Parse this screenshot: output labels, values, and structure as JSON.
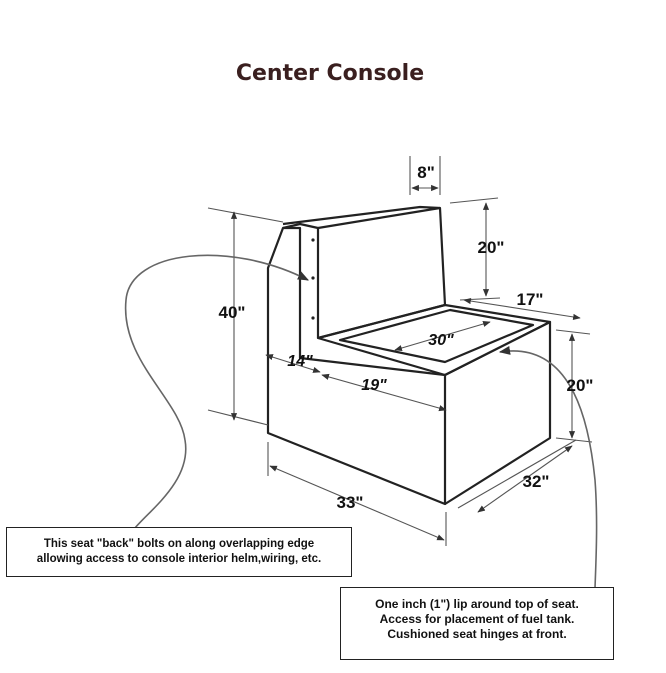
{
  "title": "Center Console",
  "dimensions": {
    "back_thickness": "8\"",
    "back_height": "20\"",
    "seat_depth_top": "17\"",
    "total_height": "40\"",
    "lip_width": "30\"",
    "side_depth": "14\"",
    "seat_width_side": "19\"",
    "front_height": "20\"",
    "base_depth": "32\"",
    "base_width": "33\""
  },
  "notes": {
    "left": [
      "This seat \"back\" bolts on along overlapping edge",
      "allowing access to console interior helm,wiring, etc."
    ],
    "right": [
      "One inch (1\") lip around top of seat.",
      "Access for placement of fuel tank.",
      "Cushioned seat hinges at front."
    ]
  }
}
